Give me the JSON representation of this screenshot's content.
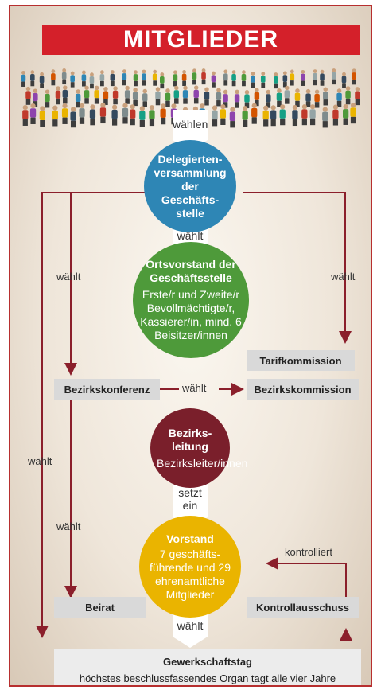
{
  "title": "MITGLIEDER",
  "labels": {
    "waehlen": "wählen",
    "waehlt_top": "wählt",
    "waehlt_left_top": "wählt",
    "waehlt_right_top": "wählt",
    "waehlt_mid": "wählt",
    "waehlt_far_left": "wählt",
    "waehlt_left_bottom": "wählt",
    "setzt_ein": "setzt ein",
    "kontrolliert": "kontrolliert",
    "waehlt_bottom": "wählt"
  },
  "nodes": {
    "delegierten": "Delegierten-versammlung der Geschäfts-stelle",
    "ortsvorstand_title": "Ortsvorstand der Geschäftsstelle",
    "ortsvorstand_body": "Erste/r und Zweite/r Bevollmächtigte/r, Kassierer/in, mind. 6 Beisitzer/innen",
    "bezirksleitung_title": "Bezirks-leitung",
    "bezirksleitung_body": "Bezirksleiter/innen",
    "vorstand_title": "Vorstand",
    "vorstand_body": "7 geschäfts-führende und 29 ehrenamtliche Mitglieder"
  },
  "boxes": {
    "tarifkommission": "Tarifkommission",
    "bezirkskonferenz": "Bezirkskonferenz",
    "bezirkskommission": "Bezirkskommission",
    "beirat": "Beirat",
    "kontrollausschuss": "Kontrollausschuss"
  },
  "bottom": {
    "title": "Gewerkschaftstag",
    "subtitle": "höchstes beschlussfassendes Organ tagt alle vier Jahre"
  },
  "colors": {
    "title_red": "#d4202a",
    "line_red": "#8b1f2b",
    "delegierten_blue": "#2e86b5",
    "ortsvorstand_green": "#4e9a3a",
    "bezirksleitung_maroon": "#7a1f2b",
    "vorstand_yellow": "#eab400",
    "box_gray": "#d9d9d9"
  }
}
